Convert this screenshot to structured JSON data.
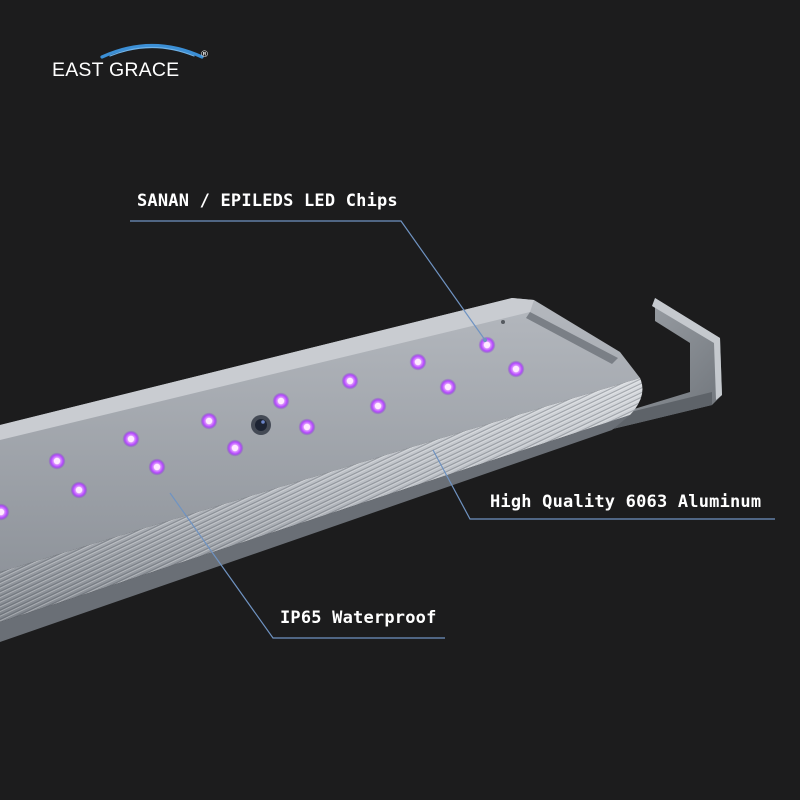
{
  "brand": {
    "name": "EAST GRACE",
    "registered_mark": "®",
    "arc_color": "#3b8fd6"
  },
  "callouts": {
    "chips": "SANAN / EPILEDS LED Chips",
    "aluminum": "High Quality 6063 Aluminum",
    "waterproof": "IP65 Waterproof"
  },
  "colors": {
    "background": "#1c1c1d",
    "callout_line": "#6f93c2",
    "led": "#c45bff",
    "aluminum_panel": "#9ea2a8"
  }
}
